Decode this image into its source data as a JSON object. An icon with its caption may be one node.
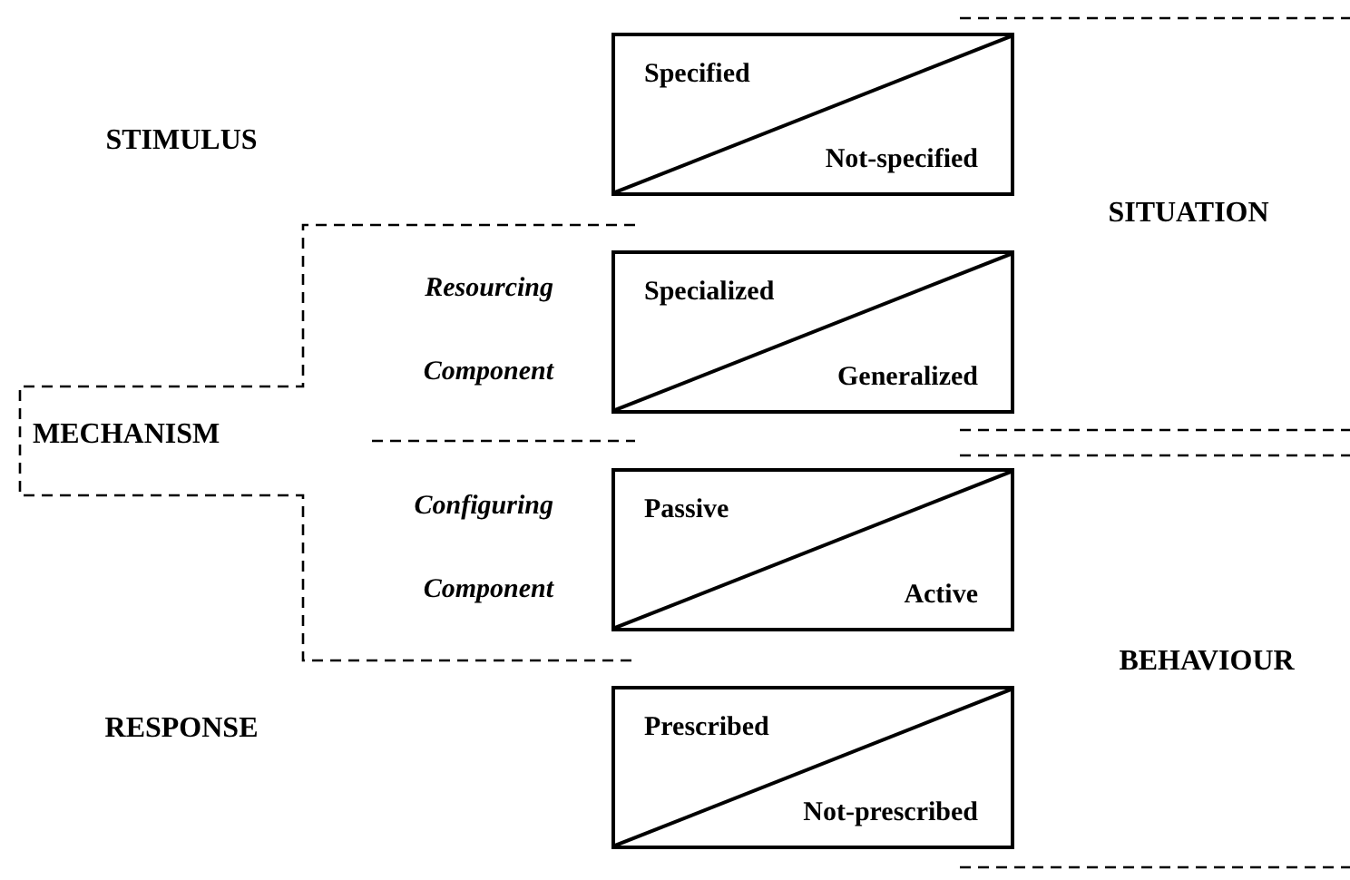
{
  "diagram": {
    "nodes": [
      {
        "text": [
          "Specified",
          "Not-specified"
        ]
      },
      {
        "text": [
          "Specialized",
          "Generalized"
        ]
      },
      {
        "text": [
          "Passive",
          "Active"
        ]
      },
      {
        "text": [
          "Prescribed",
          "Not-prescribed"
        ]
      }
    ],
    "labels": [
      "STIMULUS",
      "SITUATION",
      "Resourcing Component",
      "MECHANISM",
      "Configuring Component",
      "BEHAVIOUR",
      "RESPONSE"
    ]
  }
}
